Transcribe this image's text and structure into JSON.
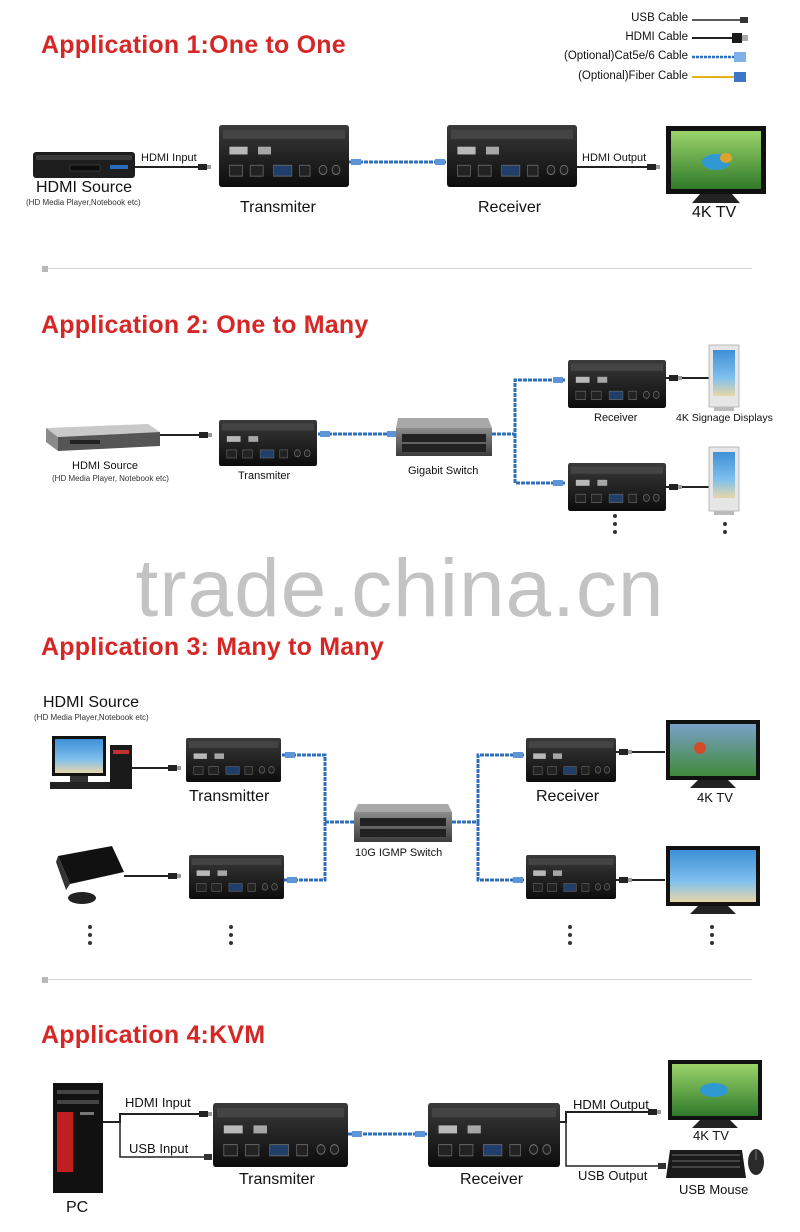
{
  "legend": {
    "items": [
      {
        "label": "USB Cable",
        "color": "#333333"
      },
      {
        "label": "HDMI Cable",
        "color": "#333333"
      },
      {
        "label": "(Optional)Cat5e/6 Cable",
        "color": "#2f6fb9"
      },
      {
        "label": "(Optional)Fiber Cable",
        "color": "#e3b21c"
      }
    ]
  },
  "watermark": "trade.china.cn",
  "app1": {
    "title": "Application 1:One to One",
    "source_label": "HDMI Source",
    "source_note": "(HD Media Player,Notebook etc)",
    "hdmi_input": "HDMI Input",
    "transmitter": "Transmiter",
    "receiver": "Receiver",
    "hdmi_output": "HDMI Output",
    "tv": "4K TV"
  },
  "app2": {
    "title": "Application 2: One to Many",
    "source_label": "HDMI Source",
    "source_note": "(HD Media Player, Notebook etc)",
    "transmitter": "Transmiter",
    "switch": "Gigabit Switch",
    "receiver": "Receiver",
    "displays": "4K Signage Displays"
  },
  "app3": {
    "title": "Application 3: Many to Many",
    "source_label": "HDMI Source",
    "source_note": "(HD Media Player,Notebook etc)",
    "transmitter": "Transmitter",
    "switch": "10G IGMP Switch",
    "receiver": "Receiver",
    "tv": "4K TV"
  },
  "app4": {
    "title": "Application 4:KVM",
    "pc": "PC",
    "hdmi_input": "HDMI Input",
    "usb_input": "USB Input",
    "transmitter": "Transmiter",
    "receiver": "Receiver",
    "hdmi_output": "HDMI Output",
    "usb_output": "USB Output",
    "tv": "4K TV",
    "mouse": "USB Mouse"
  }
}
